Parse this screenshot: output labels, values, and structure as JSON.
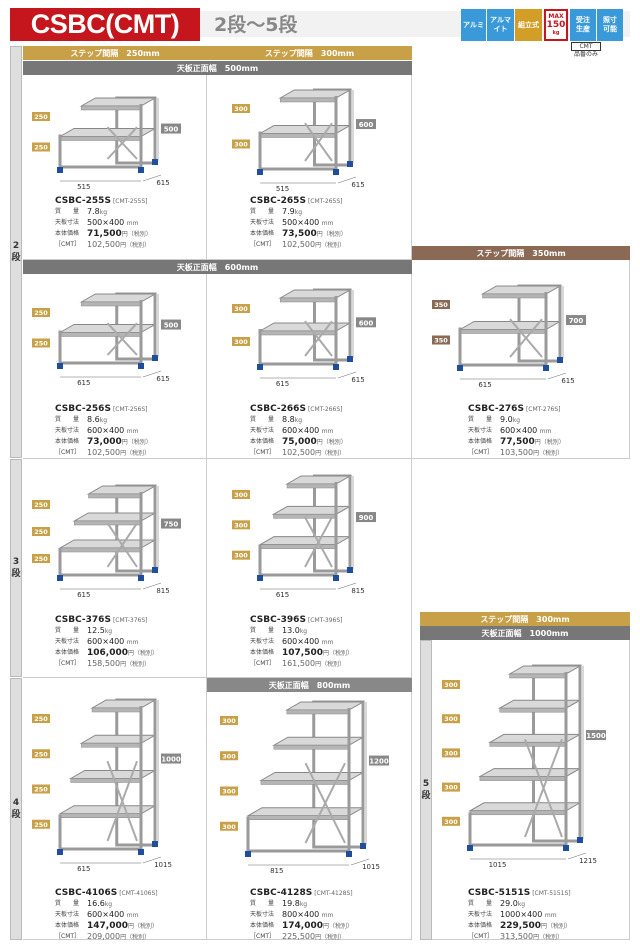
{
  "header": {
    "title": "CSBC(CMT)",
    "subtitle": "2段～5段"
  },
  "badges": {
    "b1": "アルミ",
    "b2": "アルマイト",
    "b3": "組立式",
    "b4_top": "MAX",
    "b4_num": "150",
    "b4_unit": "kg",
    "b5_1": "受注",
    "b5_2": "生産",
    "b6_1": "照寸",
    "b6_2": "可能",
    "note_1": "CMT",
    "note_2": "品番のみ"
  },
  "bands": {
    "step250": "ステップ間隔　250mm",
    "step300a": "ステップ間隔　300mm",
    "width500": "天板正面幅　500mm",
    "step350": "ステップ間隔　350mm",
    "width600": "天板正面幅　600mm",
    "width800": "天板正面幅　800mm",
    "step300b": "ステップ間隔　300mm",
    "width1000": "天板正面幅　1000mm"
  },
  "tiers": {
    "t2": "2\n段",
    "t3": "3\n段",
    "t4": "4\n段",
    "t5": "5\n段"
  },
  "labels": {
    "weight": "質　　量",
    "top": "天板寸法",
    "price": "本体価格",
    "cmt": "［CMT］",
    "tax": "円（税別）"
  },
  "products": [
    {
      "model": "CSBC-255S",
      "alt": "[CMT-255S]",
      "weight": "7.8",
      "wunit": "kg",
      "top": "500×400",
      "tunit": "mm",
      "price": "71,500",
      "cmt": "102,500",
      "dims": {
        "h": "500",
        "w": "515",
        "d": "615",
        "s1": "250",
        "s2": "250"
      }
    },
    {
      "model": "CSBC-265S",
      "alt": "[CMT-265S]",
      "weight": "7.9",
      "wunit": "kg",
      "top": "500×400",
      "tunit": "mm",
      "price": "73,500",
      "cmt": "102,500",
      "dims": {
        "h": "600",
        "w": "515",
        "d": "615",
        "s1": "300",
        "s2": "300"
      }
    },
    {
      "model": "CSBC-256S",
      "alt": "[CMT-256S]",
      "weight": "8.6",
      "wunit": "kg",
      "top": "600×400",
      "tunit": "mm",
      "price": "73,000",
      "cmt": "102,500",
      "dims": {
        "h": "500",
        "w": "615",
        "d": "615",
        "s1": "250",
        "s2": "250"
      }
    },
    {
      "model": "CSBC-266S",
      "alt": "[CMT-266S]",
      "weight": "8.8",
      "wunit": "kg",
      "top": "600×400",
      "tunit": "mm",
      "price": "75,000",
      "cmt": "102,500",
      "dims": {
        "h": "600",
        "w": "615",
        "d": "615",
        "s1": "300",
        "s2": "300"
      }
    },
    {
      "model": "CSBC-276S",
      "alt": "[CMT-276S]",
      "weight": "9.0",
      "wunit": "kg",
      "top": "600×400",
      "tunit": "mm",
      "price": "77,500",
      "cmt": "103,500",
      "dims": {
        "h": "700",
        "w": "615",
        "d": "615",
        "s1": "350",
        "s2": "350"
      }
    },
    {
      "model": "CSBC-376S",
      "alt": "[CMT-376S]",
      "weight": "12.5",
      "wunit": "kg",
      "top": "600×400",
      "tunit": "mm",
      "price": "106,000",
      "cmt": "158,500",
      "dims": {
        "h": "750",
        "w": "615",
        "d": "815",
        "s1": "250",
        "s2": "250",
        "s3": "250"
      }
    },
    {
      "model": "CSBC-396S",
      "alt": "[CMT-396S]",
      "weight": "13.0",
      "wunit": "kg",
      "top": "600×400",
      "tunit": "mm",
      "price": "107,500",
      "cmt": "161,500",
      "dims": {
        "h": "900",
        "w": "615",
        "d": "815",
        "s1": "300",
        "s2": "300",
        "s3": "300"
      }
    },
    {
      "model": "CSBC-4106S",
      "alt": "[CMT-4106S]",
      "weight": "16.6",
      "wunit": "kg",
      "top": "600×400",
      "tunit": "mm",
      "price": "147,000",
      "cmt": "209,000",
      "dims": {
        "h": "1000",
        "w": "615",
        "d": "1015",
        "s1": "250",
        "s2": "250",
        "s3": "250",
        "s4": "250"
      }
    },
    {
      "model": "CSBC-4128S",
      "alt": "[CMT-4128S]",
      "weight": "19.8",
      "wunit": "kg",
      "top": "800×400",
      "tunit": "mm",
      "price": "174,000",
      "cmt": "225,500",
      "dims": {
        "h": "1200",
        "w": "815",
        "d": "1015",
        "s1": "300",
        "s2": "300",
        "s3": "300",
        "s4": "300"
      }
    },
    {
      "model": "CSBC-5151S",
      "alt": "[CMT-5151S]",
      "weight": "29.0",
      "wunit": "kg",
      "top": "1000×400",
      "tunit": "mm",
      "price": "229,500",
      "cmt": "313,500",
      "dims": {
        "h": "1500",
        "w": "1015",
        "d": "1215",
        "s1": "300",
        "s2": "300",
        "s3": "300",
        "s4": "300",
        "s5": "300"
      }
    }
  ]
}
